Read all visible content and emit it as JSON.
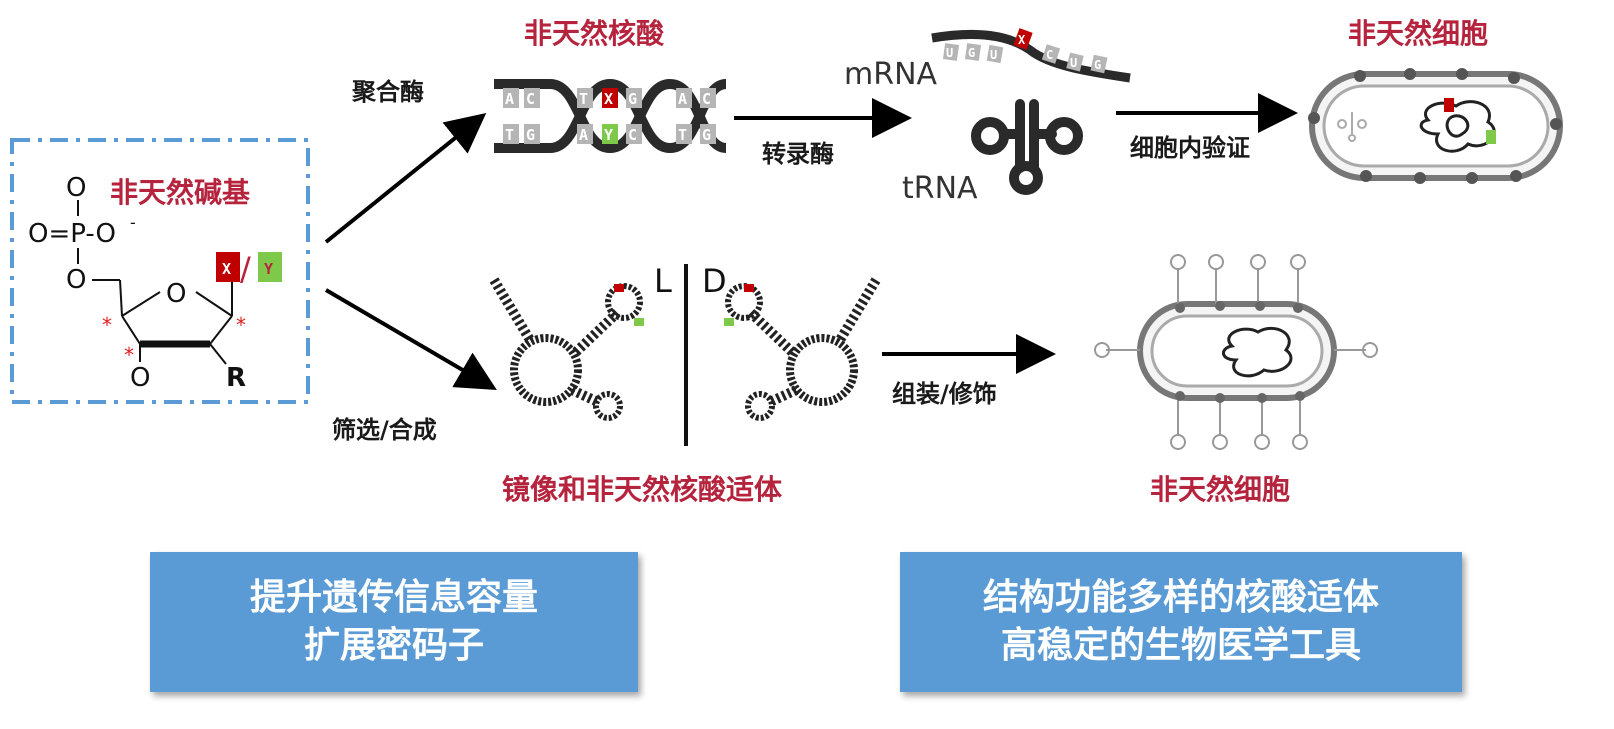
{
  "labels": {
    "unnatural_base": "非天然碱基",
    "unnatural_nucleic_acid": "非天然核酸",
    "unnatural_cell_top": "非天然细胞",
    "polymerase": "聚合酶",
    "transcriptase": "转录酶",
    "in_vivo_validation": "细胞内验证",
    "mrna": "mRNA",
    "trna": "tRNA",
    "screening_synthesis": "筛选/合成",
    "mirror_aptamer": "镜像和非天然核酸适体",
    "assembly_modification": "组装/修饰",
    "unnatural_cell_bottom": "非天然细胞",
    "l_label": "L",
    "d_label": "D"
  },
  "chem": {
    "o_top": "O",
    "o_left": "O=P-O",
    "o_minus": "-",
    "o_phos": "O",
    "ring_o": "O",
    "o3": "O",
    "r": "R",
    "x": "X",
    "y": "Y",
    "slash": "/",
    "star": "*"
  },
  "bases": {
    "top_left": [
      "A",
      "C"
    ],
    "top_mid": [
      "T",
      "X",
      "G"
    ],
    "top_right": [
      "A",
      "C"
    ],
    "bot_left": [
      "T",
      "G"
    ],
    "bot_mid": [
      "A",
      "Y",
      "C"
    ],
    "bot_right": [
      "T",
      "G"
    ],
    "mrna": [
      "U",
      "G",
      "U",
      "X",
      "C",
      "U",
      "G"
    ]
  },
  "colors": {
    "red": "#b5233d",
    "base_x": "#c00000",
    "base_y": "#7fc94a",
    "box_blue": "#5b9bd5",
    "dash_blue": "#5b9bd5"
  },
  "boxes": {
    "left": [
      "提升遗传信息容量",
      "扩展密码子"
    ],
    "right": [
      "结构功能多样的核酸适体",
      "高稳定的生物医学工具"
    ]
  }
}
